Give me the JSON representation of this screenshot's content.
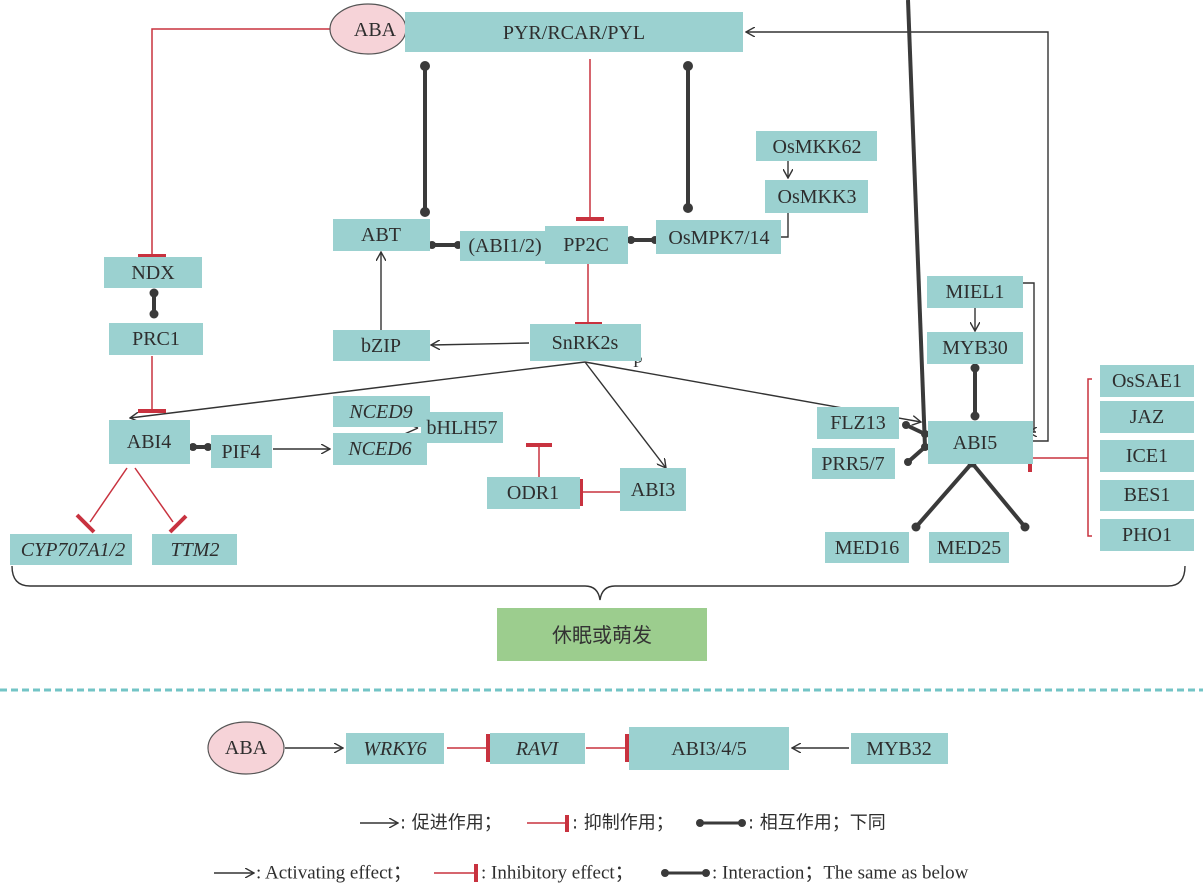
{
  "nodes": {
    "aba_top": "ABA",
    "pyr": "PYR/RCAR/PYL",
    "abt": "ABT",
    "abi12": "(ABI1/2)",
    "pp2c": "PP2C",
    "osmpk": "OsMPK7/14",
    "osmkk62": "OsMKK62",
    "osmkk3": "OsMKK3",
    "ndx": "NDX",
    "prc1": "PRC1",
    "bzip": "bZIP",
    "snrk2s": "SnRK2s",
    "miel1": "MIEL1",
    "myb30": "MYB30",
    "abi4": "ABI4",
    "pif4": "PIF4",
    "nced9": "NCED9",
    "nced6": "NCED6",
    "bhlh57": "bHLH57",
    "odr1": "ODR1",
    "abi3": "ABI3",
    "flz13": "FLZ13",
    "prr57": "PRR5/7",
    "abi5": "ABI5",
    "med16": "MED16",
    "med25": "MED25",
    "cyp707": "CYP707A1/2",
    "ttm2": "TTM2",
    "ossae1": "OsSAE1",
    "jaz": "JAZ",
    "ice1": "ICE1",
    "bes1": "BES1",
    "pho1": "PHO1",
    "aba_bottom": "ABA",
    "wrky6": "WRKY6",
    "ravi": "RAVI",
    "abi345": "ABI3/4/5",
    "myb32": "MYB32"
  },
  "phospho_label": "P",
  "outcome": "休眠或萌发",
  "legend": {
    "cn": {
      "activating": ": 促进作用；",
      "inhibitory": ": 抑制作用；",
      "interaction": ": 相互作用；下同"
    },
    "en": {
      "activating": ": Activating effect；",
      "inhibitory": ": Inhibitory effect；",
      "interaction": ": Interaction；The same as below"
    }
  },
  "edges": [
    {
      "from": "ABA",
      "to": "NDX",
      "type": "inhibition"
    },
    {
      "from": "PYR/RCAR/PYL",
      "to": "ABT",
      "type": "interaction"
    },
    {
      "from": "PYR/RCAR/PYL",
      "to": "PP2C",
      "type": "inhibition"
    },
    {
      "from": "PYR/RCAR/PYL",
      "to": "OsMPK7/14",
      "type": "interaction"
    },
    {
      "from": "ABI5",
      "to": "PYR/RCAR/PYL",
      "type": "activation"
    },
    {
      "from": "ABT",
      "to": "(ABI1/2)",
      "type": "interaction"
    },
    {
      "from": "PP2C",
      "to": "OsMPK7/14",
      "type": "interaction"
    },
    {
      "from": "OsMKK62",
      "to": "OsMKK3",
      "type": "activation"
    },
    {
      "from": "OsMKK3",
      "to": "OsMPK7/14",
      "type": "activation"
    },
    {
      "from": "PP2C",
      "to": "SnRK2s",
      "type": "inhibition"
    },
    {
      "from": "bZIP",
      "to": "ABT",
      "type": "activation"
    },
    {
      "from": "SnRK2s",
      "to": "bZIP",
      "type": "activation"
    },
    {
      "from": "SnRK2s",
      "to": "ABI4",
      "type": "activation"
    },
    {
      "from": "SnRK2s",
      "to": "ABI3",
      "type": "activation"
    },
    {
      "from": "SnRK2s",
      "to": "ABI5",
      "type": "activation",
      "label": "P"
    },
    {
      "from": "NDX",
      "to": "PRC1",
      "type": "interaction"
    },
    {
      "from": "PRC1",
      "to": "ABI4",
      "type": "inhibition"
    },
    {
      "from": "ABI4",
      "to": "PIF4",
      "type": "interaction"
    },
    {
      "from": "PIF4",
      "to": "NCED6",
      "type": "activation"
    },
    {
      "from": "bHLH57",
      "to": "NCED9",
      "type": "activation"
    },
    {
      "from": "bHLH57",
      "to": "NCED6",
      "type": "activation"
    },
    {
      "from": "ODR1",
      "to": "bHLH57",
      "type": "inhibition"
    },
    {
      "from": "ABI3",
      "to": "ODR1",
      "type": "inhibition"
    },
    {
      "from": "ABI4",
      "to": "CYP707A1/2",
      "type": "inhibition"
    },
    {
      "from": "ABI4",
      "to": "TTM2",
      "type": "inhibition"
    },
    {
      "from": "MIEL1",
      "to": "MYB30",
      "type": "activation"
    },
    {
      "from": "MIEL1",
      "to": "ABI5",
      "type": "activation"
    },
    {
      "from": "MYB30",
      "to": "ABI5",
      "type": "interaction"
    },
    {
      "from": "FLZ13",
      "to": "ABI5",
      "type": "interaction"
    },
    {
      "from": "PRR5/7",
      "to": "ABI5",
      "type": "interaction"
    },
    {
      "from": "ABI5",
      "to": "MED16",
      "type": "interaction"
    },
    {
      "from": "ABI5",
      "to": "MED25",
      "type": "interaction"
    },
    {
      "from": "OsSAE1/JAZ/ICE1/BES1/PHO1",
      "to": "ABI5",
      "type": "inhibition"
    },
    {
      "from": "ABA",
      "to": "WRKY6",
      "type": "activation"
    },
    {
      "from": "WRKY6",
      "to": "RAVI",
      "type": "inhibition"
    },
    {
      "from": "RAVI",
      "to": "ABI3/4/5",
      "type": "inhibition"
    },
    {
      "from": "MYB32",
      "to": "ABI3/4/5",
      "type": "activation"
    }
  ]
}
